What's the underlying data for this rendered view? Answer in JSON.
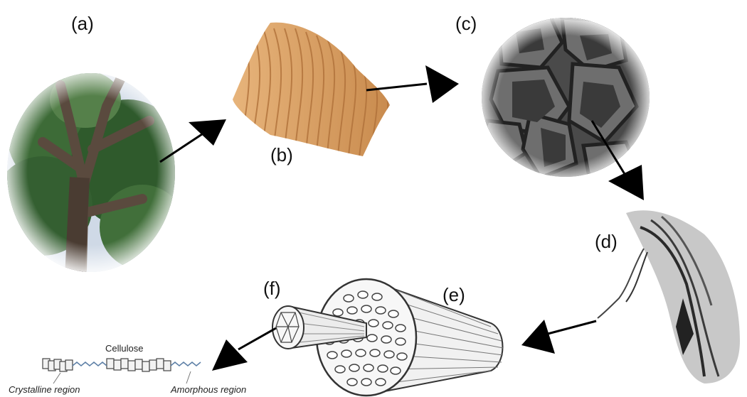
{
  "labels": {
    "a": "(a)",
    "b": "(b)",
    "c": "(c)",
    "d": "(d)",
    "e": "(e)",
    "f": "(f)"
  },
  "cellulose": {
    "title": "Cellulose",
    "crystalline": "Crystalline region",
    "amorphous": "Amorphous region"
  },
  "colors": {
    "arrow": "#000000",
    "wood": "#d9a066",
    "foliage": "#2f5a2c",
    "cell_gray": "#5a5a5a"
  }
}
